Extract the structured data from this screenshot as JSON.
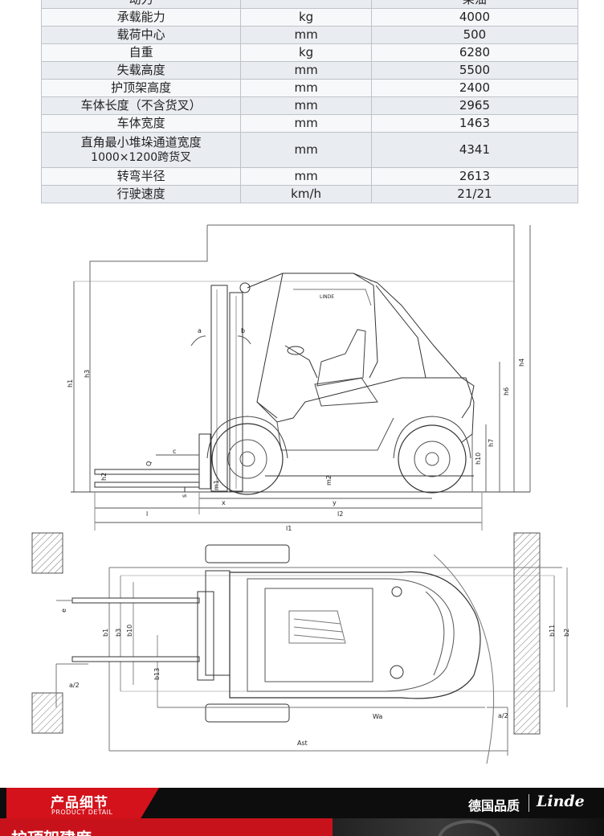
{
  "spec_table": {
    "top_row": {
      "label": "动力",
      "unit": "",
      "value": "柴油"
    },
    "rows": [
      {
        "label": "承载能力",
        "unit": "kg",
        "value": "4000"
      },
      {
        "label": "载荷中心",
        "unit": "mm",
        "value": "500"
      },
      {
        "label": "自重",
        "unit": "kg",
        "value": "6280"
      },
      {
        "label": "失载高度",
        "unit": "mm",
        "value": "5500"
      },
      {
        "label": "护顶架高度",
        "unit": "mm",
        "value": "2400"
      },
      {
        "label": "车体长度（不含货叉）",
        "unit": "mm",
        "value": "2965"
      },
      {
        "label": "车体宽度",
        "unit": "mm",
        "value": "1463"
      },
      {
        "label_line1": "直角最小堆垛通道宽度",
        "label_line2": "1000×1200跨货叉",
        "unit": "mm",
        "value": "4341"
      },
      {
        "label": "转弯半径",
        "unit": "mm",
        "value": "2613"
      },
      {
        "label": "行驶速度",
        "unit": "km/h",
        "value": "21/21"
      }
    ]
  },
  "side_view_labels": {
    "a": "a",
    "b": "b",
    "h1": "h1",
    "h3": "h3",
    "h4": "h4",
    "h6": "h6",
    "h7": "h7",
    "h10": "h10",
    "h2": "h2",
    "Q": "Q",
    "c": "c",
    "s": "s",
    "m1": "m1",
    "m2": "m2",
    "x": "x",
    "y": "y",
    "l": "l",
    "l1": "l1",
    "l2": "l2",
    "cab_text": "LINDE"
  },
  "top_view_labels": {
    "e": "e",
    "b1": "b1",
    "b3": "b3",
    "b10": "b10",
    "b13": "b13",
    "b11": "b11",
    "b2": "b2",
    "a2_left": "a/2",
    "a2_right": "a/2",
    "Wa": "Wa",
    "Ast": "Ast"
  },
  "banner": {
    "title_cn": "产品细节",
    "title_en": "PRODUCT DETAIL",
    "quality": "德国品质",
    "brand": "Linde"
  },
  "section_title": "护顶架建度",
  "colors": {
    "banner_red": "#d3121b",
    "banner_black": "#0d0d0d",
    "table_border": "#bfc3c8"
  }
}
